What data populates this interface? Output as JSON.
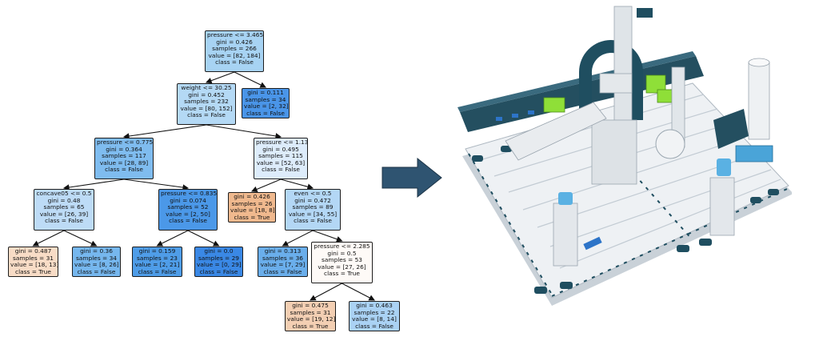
{
  "tree": {
    "nodes": [
      {
        "id": "n0",
        "lines": [
          "pressure <= 3.465",
          "gini = 0.426",
          "samples = 266",
          "value = [82, 184]",
          "class = False"
        ],
        "color": "#a7d3f3"
      },
      {
        "id": "n1",
        "lines": [
          "weight <= 30.25",
          "gini = 0.452",
          "samples = 232",
          "value = [80, 152]",
          "class = False"
        ],
        "color": "#b4d9f5"
      },
      {
        "id": "n2",
        "lines": [
          "gini = 0.111",
          "samples = 34",
          "value = [2, 32]",
          "class = False"
        ],
        "color": "#4a95e8"
      },
      {
        "id": "n3",
        "lines": [
          "pressure <= 0.775",
          "gini = 0.364",
          "samples = 117",
          "value = [28, 89]",
          "class = False"
        ],
        "color": "#7fbcef"
      },
      {
        "id": "n4",
        "lines": [
          "pressure <= 1.13",
          "gini = 0.495",
          "samples = 115",
          "value = [52, 63]",
          "class = False"
        ],
        "color": "#ddecfb"
      },
      {
        "id": "n5",
        "lines": [
          "concave05 <= 0.5",
          "gini = 0.48",
          "samples = 65",
          "value = [26, 39]",
          "class = False"
        ],
        "color": "#bddbf6"
      },
      {
        "id": "n6",
        "lines": [
          "pressure <= 0.835",
          "gini = 0.074",
          "samples = 52",
          "value = [2, 50]",
          "class = False"
        ],
        "color": "#4b98e8"
      },
      {
        "id": "n7",
        "lines": [
          "gini = 0.426",
          "samples = 26",
          "value = [18, 8]",
          "class = True"
        ],
        "color": "#f0b98e"
      },
      {
        "id": "n8",
        "lines": [
          "even <= 0.5",
          "gini = 0.472",
          "samples = 89",
          "value = [34, 55]",
          "class = False"
        ],
        "color": "#b3d7f5"
      },
      {
        "id": "n9",
        "lines": [
          "gini = 0.487",
          "samples = 31",
          "value = [18, 13]",
          "class = True"
        ],
        "color": "#f8dcc6"
      },
      {
        "id": "n10",
        "lines": [
          "gini = 0.36",
          "samples = 34",
          "value = [8, 26]",
          "class = False"
        ],
        "color": "#76b7ee"
      },
      {
        "id": "n11",
        "lines": [
          "gini = 0.159",
          "samples = 23",
          "value = [2, 21]",
          "class = False"
        ],
        "color": "#4f9de8"
      },
      {
        "id": "n12",
        "lines": [
          "gini = 0.0",
          "samples = 29",
          "value = [0, 29]",
          "class = False"
        ],
        "color": "#3a88e5"
      },
      {
        "id": "n13",
        "lines": [
          "gini = 0.313",
          "samples = 36",
          "value = [7, 29]",
          "class = False"
        ],
        "color": "#6aaeeb"
      },
      {
        "id": "n14",
        "lines": [
          "pressure <= 2.285",
          "gini = 0.5",
          "samples = 53",
          "value = [27, 26]",
          "class = True"
        ],
        "color": "#fefaf7"
      },
      {
        "id": "n15",
        "lines": [
          "gini = 0.475",
          "samples = 31",
          "value = [19, 12]",
          "class = True"
        ],
        "color": "#f3cfb3"
      },
      {
        "id": "n16",
        "lines": [
          "gini = 0.463",
          "samples = 22",
          "value = [8, 14]",
          "class = False"
        ],
        "color": "#aad2f4"
      }
    ],
    "edges": [
      [
        "n0",
        "n1"
      ],
      [
        "n0",
        "n2"
      ],
      [
        "n1",
        "n3"
      ],
      [
        "n1",
        "n4"
      ],
      [
        "n3",
        "n5"
      ],
      [
        "n3",
        "n6"
      ],
      [
        "n4",
        "n7"
      ],
      [
        "n4",
        "n8"
      ],
      [
        "n5",
        "n9"
      ],
      [
        "n5",
        "n10"
      ],
      [
        "n6",
        "n11"
      ],
      [
        "n6",
        "n12"
      ],
      [
        "n8",
        "n13"
      ],
      [
        "n8",
        "n14"
      ],
      [
        "n14",
        "n15"
      ],
      [
        "n14",
        "n16"
      ]
    ]
  },
  "colors": {
    "arrow": "#2f5471",
    "machine_frame": "#eef1f4",
    "machine_dark": "#1f4e60",
    "machine_green": "#8fdf38",
    "machine_blue": "#2d74c8"
  }
}
